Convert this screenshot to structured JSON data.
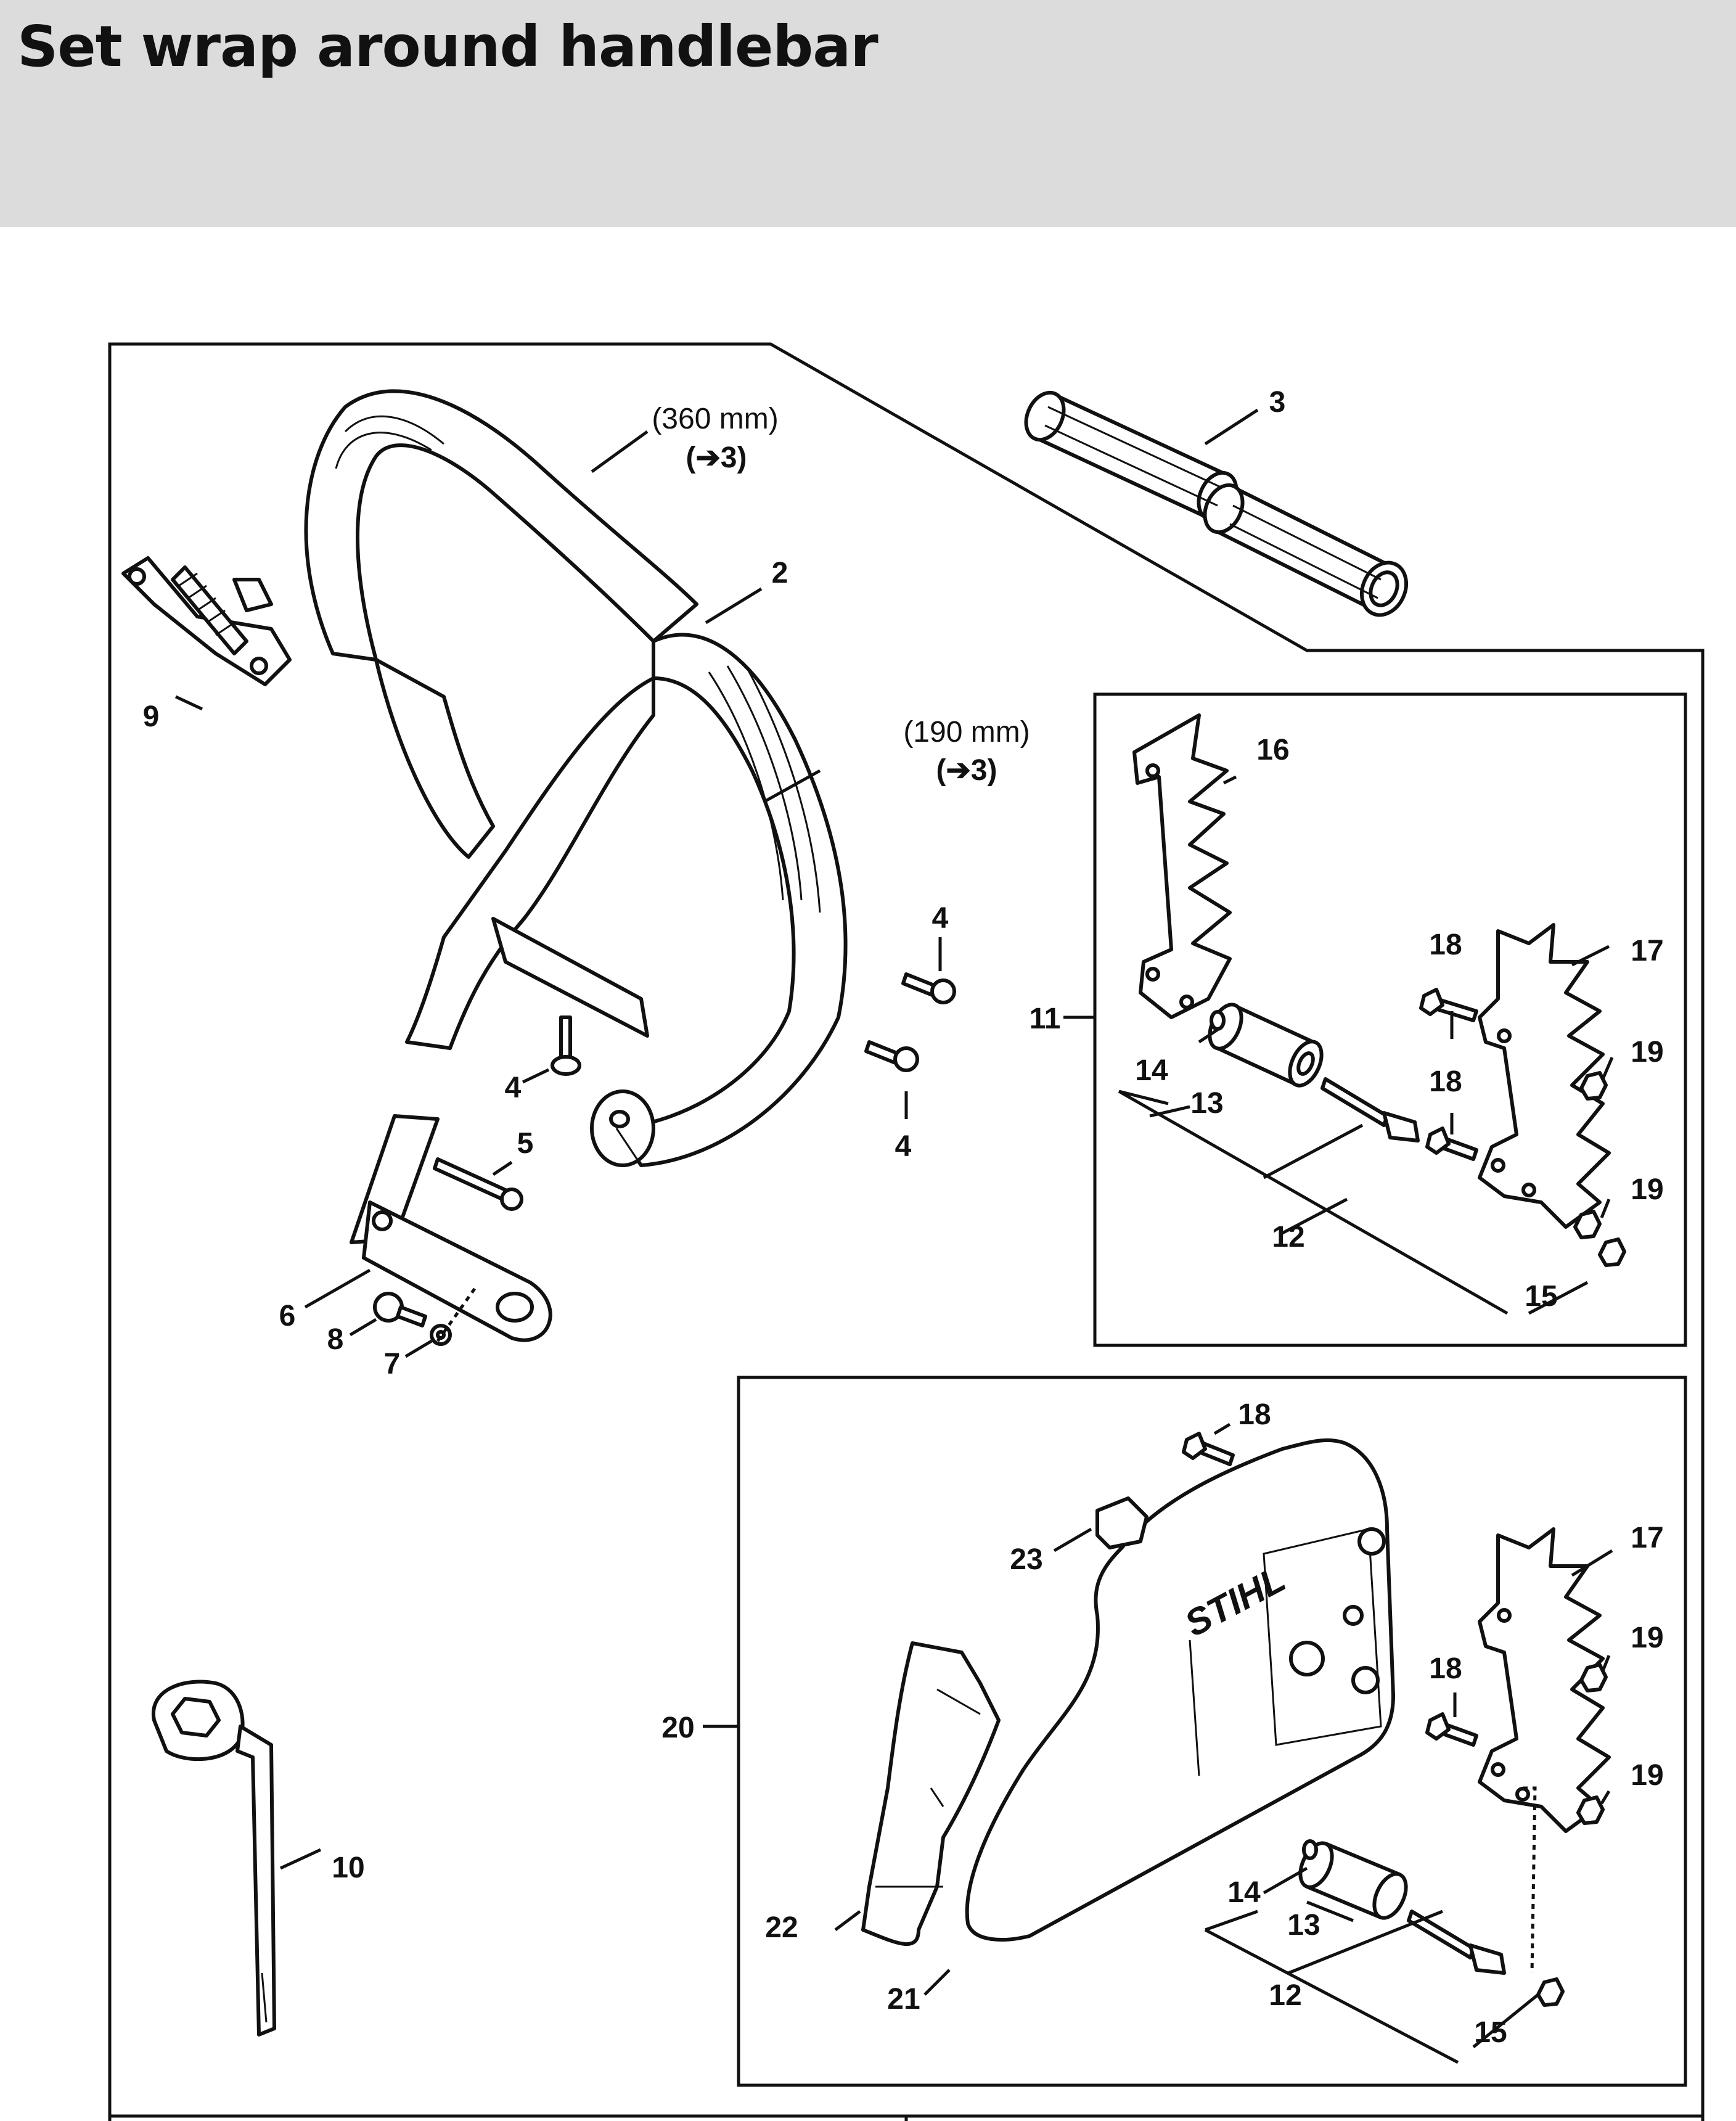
{
  "page": {
    "title": "Set wrap around handlebar"
  },
  "callouts": {
    "c2": "2",
    "c3": "3",
    "c4a": "4",
    "c4b": "4",
    "c4c": "4",
    "c5": "5",
    "c6": "6",
    "c7": "7",
    "c8": "8",
    "c9": "9",
    "c10": "10",
    "c11": "11",
    "c12a": "12",
    "c12b": "12",
    "c13a": "13",
    "c13b": "13",
    "c14a": "14",
    "c14b": "14",
    "c15a": "15",
    "c15b": "15",
    "c16": "16",
    "c17a": "17",
    "c17b": "17",
    "c18a": "18",
    "c18b": "18",
    "c18c": "18",
    "c18d": "18",
    "c19a": "19",
    "c19b": "19",
    "c19c": "19",
    "c19d": "19",
    "c20": "20",
    "c21": "21",
    "c22": "22",
    "c23": "23"
  },
  "dimensions": {
    "long_length": "(360 mm)",
    "long_ref": "(➔3)",
    "short_length": "(190 mm)",
    "short_ref": "(➔3)"
  },
  "logo_text": "STIHL"
}
